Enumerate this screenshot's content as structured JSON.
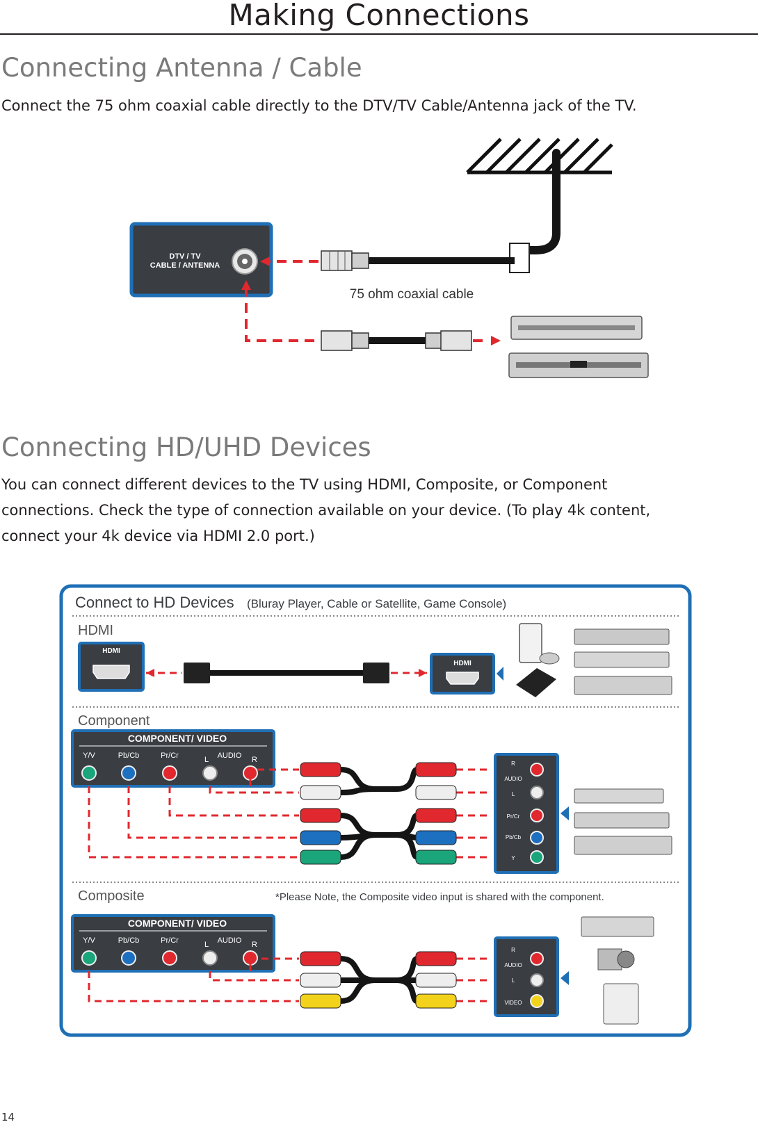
{
  "page": {
    "title": "Making Connections",
    "page_number": "14"
  },
  "antenna_section": {
    "heading": "Connecting Antenna / Cable",
    "body": "Connect the 75 ohm coaxial cable directly to the DTV/TV Cable/Antenna jack of the TV.",
    "jack_label_1": "DTV / TV",
    "jack_label_2": "CABLE / ANTENNA",
    "cable_label": "75 ohm coaxial cable"
  },
  "hd_section": {
    "heading": "Connecting HD/UHD Devices",
    "body_line_1": "You can connect different devices to the TV using HDMI,  Composite, or Component",
    "body_line_2": "connections. Check the type of connection available on your device. (To play 4k content,",
    "body_line_3": "connect your 4k device via HDMI 2.0 port.)"
  },
  "diagram": {
    "title": "Connect to HD Devices",
    "subtitle": "(Bluray Player, Cable or Satellite, Game Console)",
    "hdmi": {
      "label": "HDMI",
      "port_label": "HDMI",
      "device_port_label": "HDMI"
    },
    "component": {
      "label": "Component",
      "panel_title": "COMPONENT/ VIDEO",
      "port_labels": [
        "Y/V",
        "Pb/Cb",
        "Pr/Cr",
        "AUDIO"
      ],
      "audio_left": "L",
      "audio_right": "R",
      "device_labels": [
        "R",
        "AUDIO",
        "L",
        "Pr/Cr",
        "Pb/Cb",
        "Y"
      ]
    },
    "composite": {
      "label": "Composite",
      "note": "*Please Note, the Composite video input is shared with the component.",
      "panel_title": "COMPONENT/ VIDEO",
      "port_labels": [
        "Y/V",
        "Pb/Cb",
        "Pr/Cr",
        "AUDIO"
      ],
      "audio_left": "L",
      "audio_right": "R",
      "device_labels": [
        "R",
        "AUDIO",
        "L",
        "VIDEO"
      ]
    }
  },
  "colors": {
    "panel_blue": "#1f6fb5",
    "panel_dark": "#3a3d42",
    "dashed_red": "#e0282e",
    "port_green": "#1aa57a",
    "port_blue": "#1d6fc0",
    "port_red": "#e0282e",
    "port_white": "#eeeeee",
    "port_yellow": "#f3d21c"
  }
}
